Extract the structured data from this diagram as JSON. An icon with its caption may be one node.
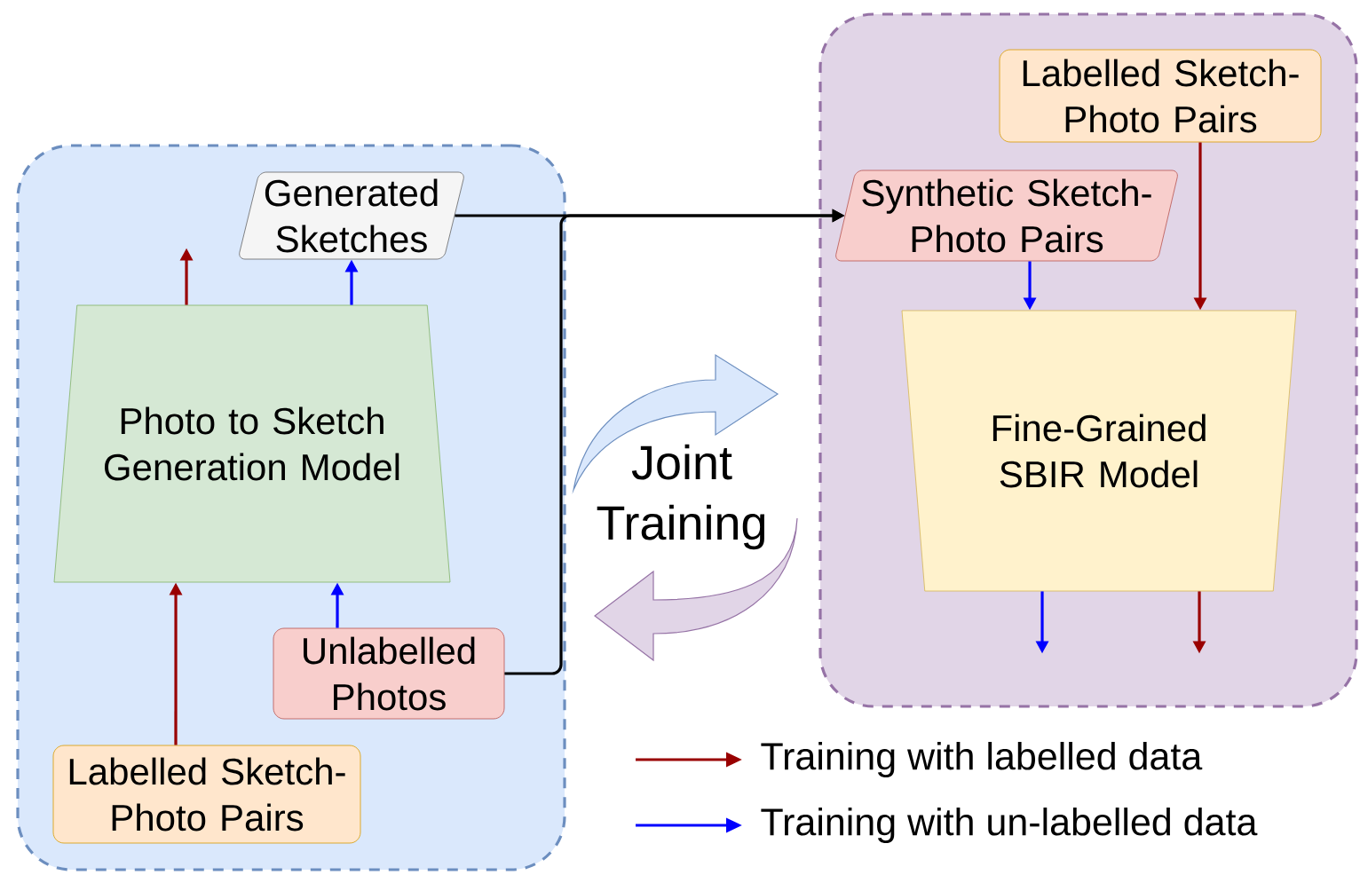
{
  "diagram": {
    "nodes": [
      {
        "text": [],
        "shape": "box"
      },
      {
        "text": [
          "Generated Sketches"
        ],
        "in": 0
      },
      {
        "text": [
          "Photo to Sketch Generation Model"
        ],
        "in": 0
      },
      {
        "text": [
          "Unlabelled Photos"
        ],
        "in": 0
      },
      {
        "text": [
          "Labelled Sketch-Photo Pairs"
        ],
        "in": 0
      },
      {
        "text": [],
        "shape": "box"
      },
      {
        "text": [
          "Labelled Sketch-Photo Pairs"
        ],
        "in": 5
      },
      {
        "text": [
          "Synthetic Sketch-Photo Pairs"
        ],
        "in": 5
      },
      {
        "text": [
          "Fine-Grained SBIR Model"
        ],
        "in": 5
      }
    ],
    "edges": [
      {
        "from": 2,
        "to": 1,
        "arrow": "to",
        "color": "#0000ff"
      },
      {
        "from": 2,
        "to": null,
        "arrow": "to",
        "color": "#990000"
      },
      {
        "from": 4,
        "to": 2,
        "arrow": "to",
        "color": "#990000"
      },
      {
        "from": 3,
        "to": 2,
        "arrow": "to",
        "color": "#0000ff"
      },
      {
        "from": 1,
        "to": 7,
        "arrow": "to",
        "color": "#000000"
      },
      {
        "from": 3,
        "to": 7,
        "arrow": "to",
        "color": "#000000"
      },
      {
        "from": 7,
        "to": 8,
        "arrow": "to",
        "color": "#0000ff"
      },
      {
        "from": 6,
        "to": 8,
        "arrow": "to",
        "color": "#990000"
      },
      {
        "from": 8,
        "to": null,
        "arrow": "to",
        "color": "#0000ff"
      },
      {
        "from": 8,
        "to": null,
        "arrow": "to",
        "color": "#990000"
      }
    ],
    "labels": [
      "Joint Training"
    ],
    "legend": [
      {
        "text": "Training with labelled data"
      },
      {
        "text": "Training with un-labelled data"
      }
    ]
  }
}
